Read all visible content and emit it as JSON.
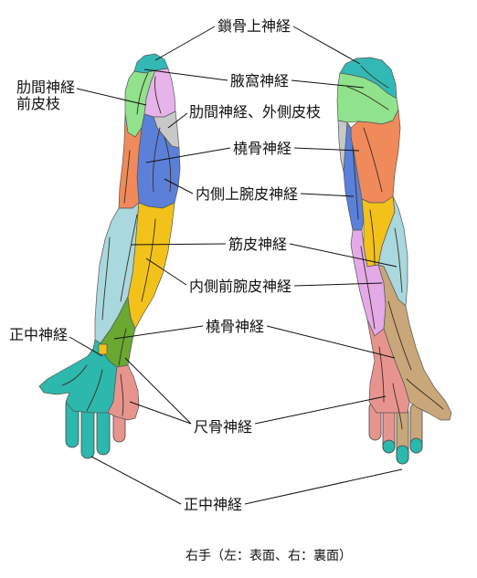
{
  "labels": {
    "supraclavicular": "鎖骨上神経",
    "intercostal_anterior_line1": "肋間神経",
    "intercostal_anterior_line2": "前皮枝",
    "axillary": "腋窩神経",
    "intercostal_lateral": "肋間神経、外側皮枝",
    "radial_upper": "橈骨神経",
    "medial_brachial": "内側上腕皮神経",
    "musculocutaneous": "筋皮神経",
    "medial_antebrachial": "内側前腕皮神経",
    "median_left": "正中神経",
    "radial_lower": "橈骨神経",
    "ulnar": "尺骨神経",
    "median_bottom": "正中神経"
  },
  "caption": "右手（左：表面、右：裏面）",
  "colors": {
    "supraclavicular": "#33b9b5",
    "axillary": "#90e28c",
    "intercostal_lateral": "#e6b3ea",
    "intercostal_gray": "#c8c8c8",
    "medial_brachial": "#5b80da",
    "radial_posterior": "#f08a5a",
    "medial_antebrachial": "#a9d8df",
    "musculocutaneous": "#f2c21a",
    "radial_superficial": "#6aa832",
    "radial_dorsal": "#c9a77a",
    "ulnar": "#e8948e",
    "median": "#2cb8ac",
    "medial_antebrachial_posterior": "#e4aae8"
  }
}
